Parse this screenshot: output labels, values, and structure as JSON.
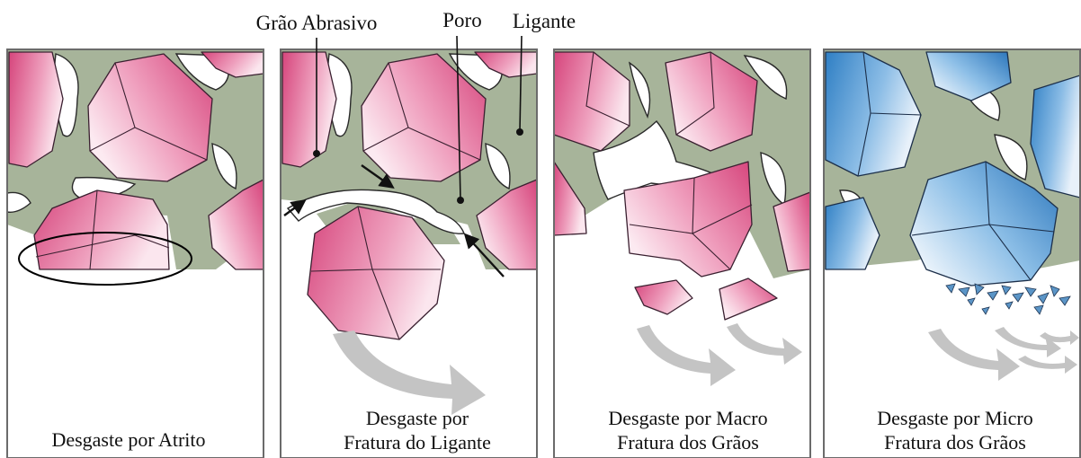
{
  "labels": {
    "grain": "Grão Abrasivo",
    "pore": "Poro",
    "binder": "Ligante"
  },
  "panels": [
    {
      "caption_lines": [
        "Desgaste por Atrito"
      ]
    },
    {
      "caption_lines": [
        "Desgaste por",
        "Fratura do Ligante"
      ]
    },
    {
      "caption_lines": [
        "Desgaste por Macro",
        "Fratura dos Grãos"
      ]
    },
    {
      "caption_lines": [
        "Desgaste por Micro",
        "Fratura dos Grãos"
      ]
    }
  ],
  "colors": {
    "binder": "#a7b49a",
    "grain_pink_dark": "#d6457c",
    "grain_pink_light": "#fbe6ee",
    "grain_blue_dark": "#2f7fc4",
    "grain_blue_light": "#e8f1fa",
    "flow_arrow": "#c4c4c4",
    "frame": "#6b6b6b"
  }
}
